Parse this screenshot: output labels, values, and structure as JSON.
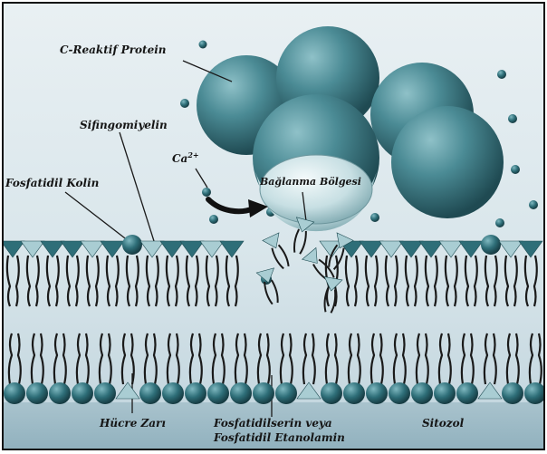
{
  "labels": {
    "crp": "C-Reaktif Protein",
    "sphingomyelin": "Sifingomiyelin",
    "phosphatidylcholine": "Fosfatidil Kolin",
    "calcium": "Ca",
    "calcium_charge": "2+",
    "binding_site": "Bağlanma Bölgesi",
    "cell_membrane": "Hücre Zarı",
    "ps_pe_line1": "Fosfatidilserin veya",
    "ps_pe_line2": "Fosfatidil Etanolamin",
    "cytosol": "Sitozol"
  },
  "colors": {
    "protein": "#3f7d88",
    "protein_light": "#8fc1c8",
    "head_teal": "#2e6e78",
    "head_light": "#a9cdd3",
    "tail": "#1a1a1a",
    "arrow": "#111111"
  }
}
